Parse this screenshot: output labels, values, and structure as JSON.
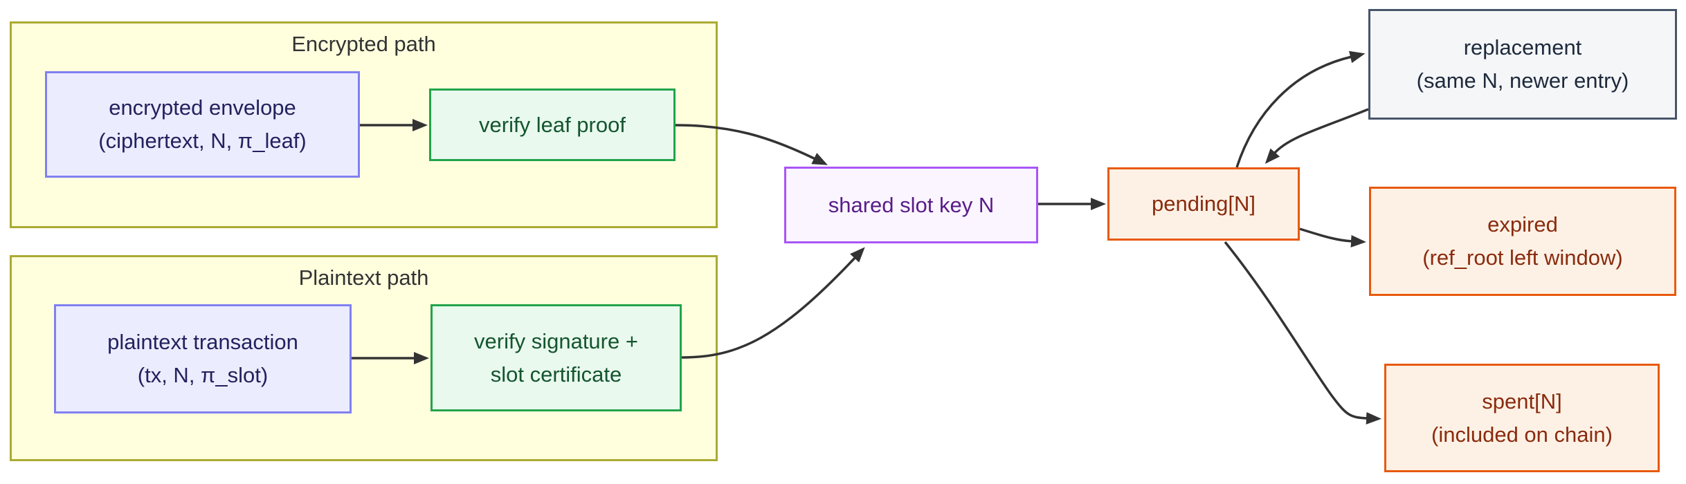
{
  "diagram": {
    "type": "flowchart",
    "subgraphs": [
      {
        "id": "encrypted_path",
        "title": "Encrypted path"
      },
      {
        "id": "plaintext_path",
        "title": "Plaintext path"
      }
    ],
    "nodes": {
      "envelope": {
        "line1": "encrypted envelope",
        "line2": "(ciphertext, N, π_leaf)"
      },
      "verify_leaf": {
        "line1": "verify leaf proof"
      },
      "plaintx": {
        "line1": "plaintext transaction",
        "line2": "(tx, N, π_slot)"
      },
      "verify_sig": {
        "line1": "verify signature +",
        "line2": "slot certificate"
      },
      "shared": {
        "line1": "shared slot key N"
      },
      "pending": {
        "line1": "pending[N]"
      },
      "replacement": {
        "line1": "replacement",
        "line2": "(same N, newer entry)"
      },
      "expired": {
        "line1": "expired",
        "line2": "(ref_root left window)"
      },
      "spent": {
        "line1": "spent[N]",
        "line2": "(included on chain)"
      }
    },
    "edges": [
      {
        "from": "envelope",
        "to": "verify_leaf"
      },
      {
        "from": "plaintx",
        "to": "verify_sig"
      },
      {
        "from": "verify_leaf",
        "to": "shared"
      },
      {
        "from": "verify_sig",
        "to": "shared"
      },
      {
        "from": "shared",
        "to": "pending"
      },
      {
        "from": "pending",
        "to": "replacement"
      },
      {
        "from": "replacement",
        "to": "pending"
      },
      {
        "from": "pending",
        "to": "expired"
      },
      {
        "from": "pending",
        "to": "spent"
      }
    ],
    "colors": {
      "subgraph_fill": "#ffffde",
      "subgraph_border": "#aaaa33",
      "input_fill": "#ececff",
      "input_border": "#8080f2",
      "input_text": "#22225f",
      "verify_fill": "#e9f9ee",
      "verify_border": "#21a44a",
      "verify_text": "#14552e",
      "shared_fill": "#faf5ff",
      "shared_border": "#a855f7",
      "shared_text": "#581c87",
      "state_fill": "#fdf1e5",
      "state_border": "#e8590c",
      "state_text": "#8a2b0e",
      "replacement_fill": "#f4f6f8",
      "replacement_border": "#475569",
      "replacement_text": "#1e293b",
      "edge_color": "#333333",
      "title_text": "#333333"
    }
  }
}
